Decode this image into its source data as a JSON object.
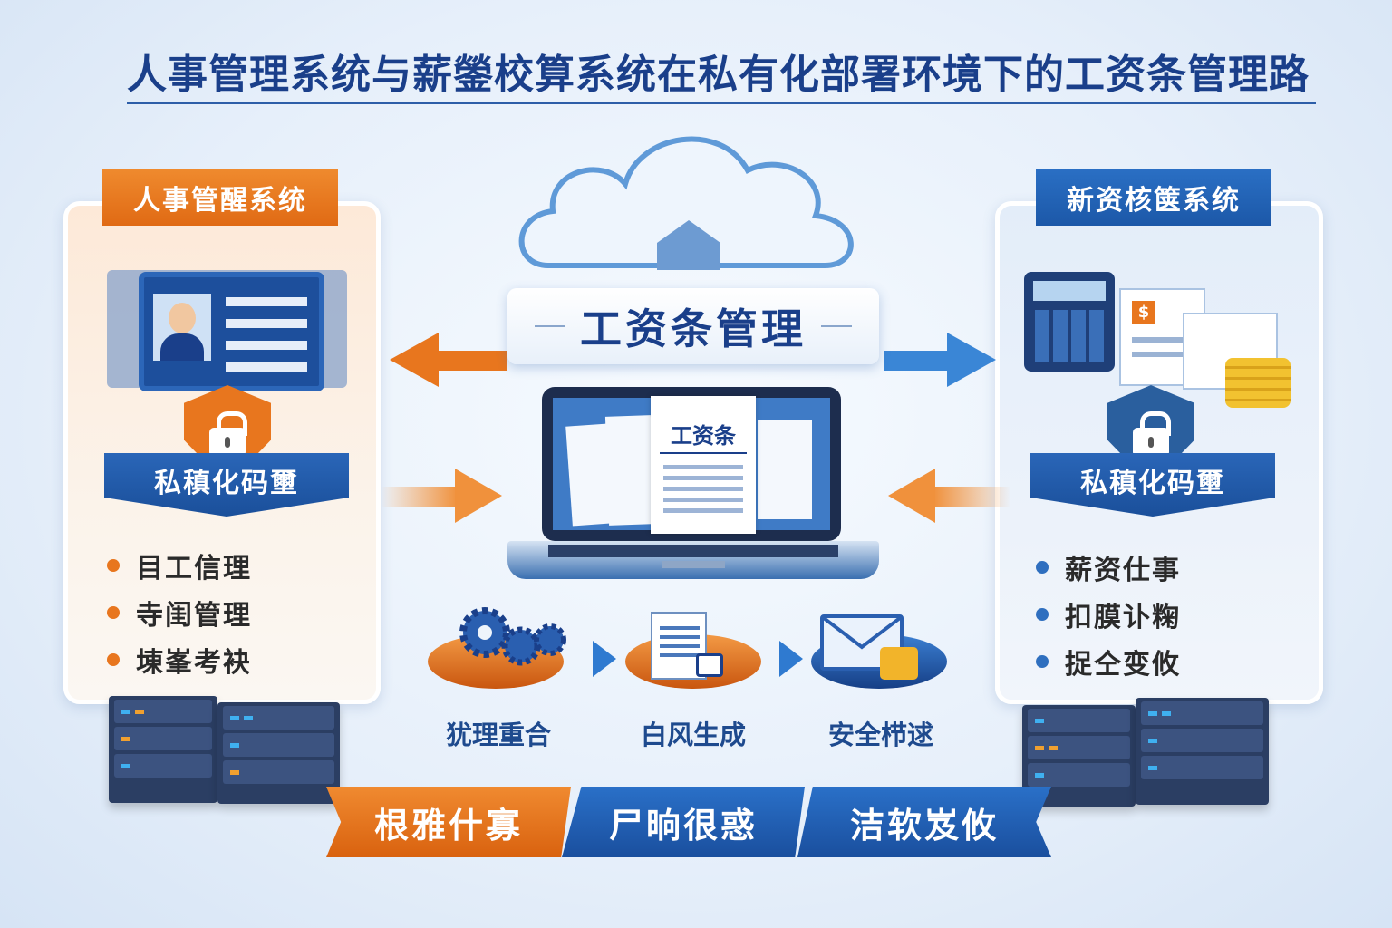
{
  "title": "人事管理系统与薪鎣校算系统在私有化部署环境下的工资条管理路",
  "colors": {
    "navy": "#1a3f8a",
    "orange": "#e8761e",
    "blue": "#1f5fb0",
    "background": "#e6effa"
  },
  "left_panel": {
    "tab_label": "人事管醒系统",
    "ribbon_label": "私稹化码壐",
    "icons": [
      "employee-profile-screen-icon",
      "shield-lock-icon",
      "server-rack-icon"
    ],
    "items": [
      "目工信理",
      "寺闺管理",
      "埬峯考袂"
    ]
  },
  "right_panel": {
    "tab_label": "新资核箧系统",
    "ribbon_label": "私稹化码壐",
    "icons": [
      "calculator-icon",
      "document-dollar-icon",
      "coins-icon",
      "shield-lock-icon",
      "server-rack-icon"
    ],
    "items": [
      "薪资仕事",
      "扣膜讣粷",
      "捉仝变攸"
    ]
  },
  "center": {
    "cloud_icon": "cloud-icon",
    "banner_label": "工资条管理",
    "document_title": "工资条"
  },
  "steps": [
    {
      "label": "犹理重合",
      "icon": "gears-icon"
    },
    {
      "label": "白风生成",
      "icon": "document-lock-icon"
    },
    {
      "label": "安全栉逑",
      "icon": "envelope-lock-icon"
    }
  ],
  "bottom_bar": [
    "根雅什寡",
    "尸晌很惑",
    "洁软岌攸"
  ]
}
